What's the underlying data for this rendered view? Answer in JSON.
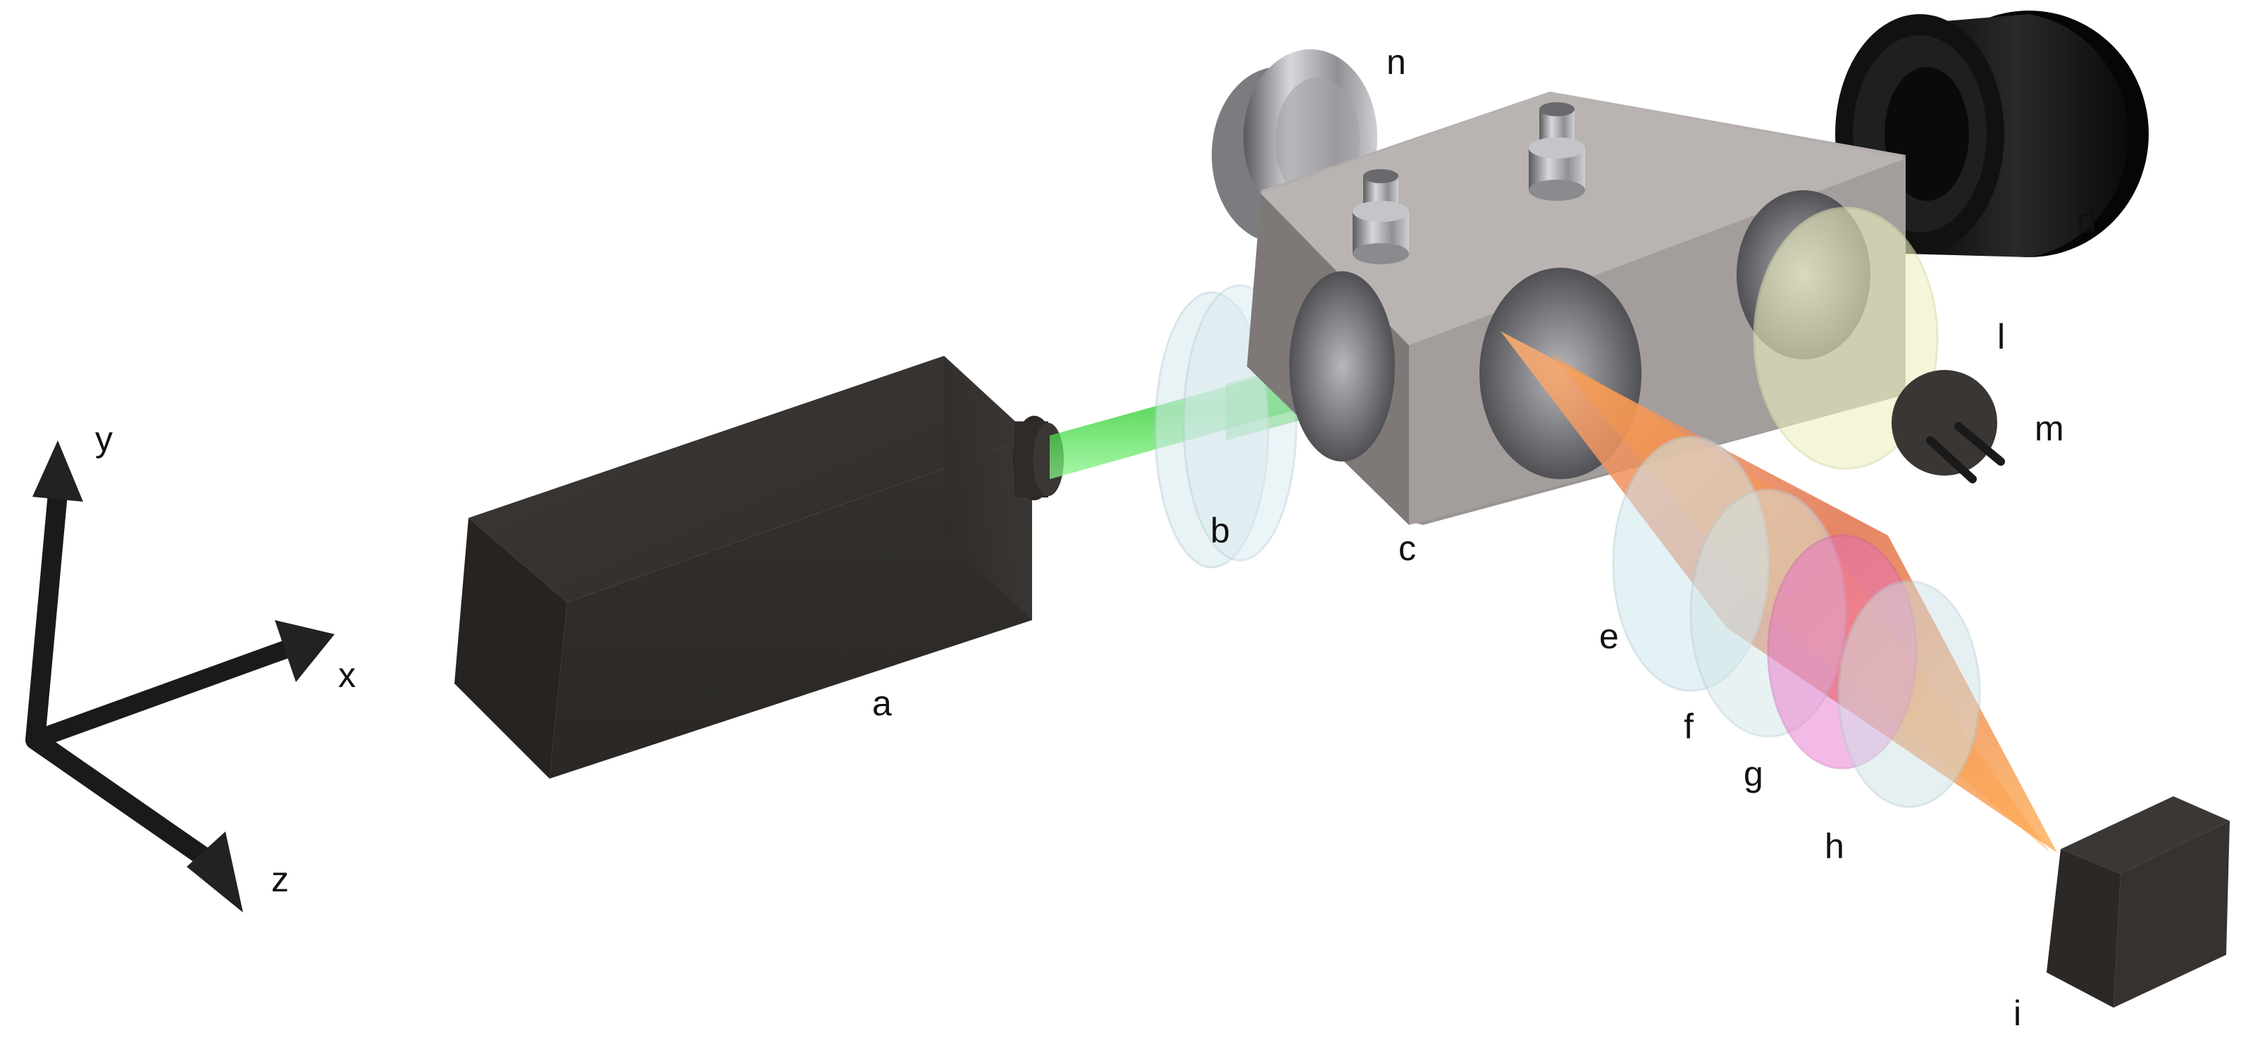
{
  "labels": {
    "a": "a",
    "b": "b",
    "c": "c",
    "d": "d",
    "e": "e",
    "f": "f",
    "g": "g",
    "h": "h",
    "i": "i",
    "l": "l",
    "m": "m",
    "n": "n"
  },
  "axes": {
    "x": "x",
    "y": "y",
    "z": "z"
  },
  "colors": {
    "laser_beam": "#38e038",
    "emission_cone": "#f08a38",
    "housing_metal": "#8e8685",
    "dark_body": "#3a3633",
    "lens_blue": "#c8e4ec",
    "lens_yellow": "#eef0c0",
    "lens_pink": "#e868c8"
  }
}
